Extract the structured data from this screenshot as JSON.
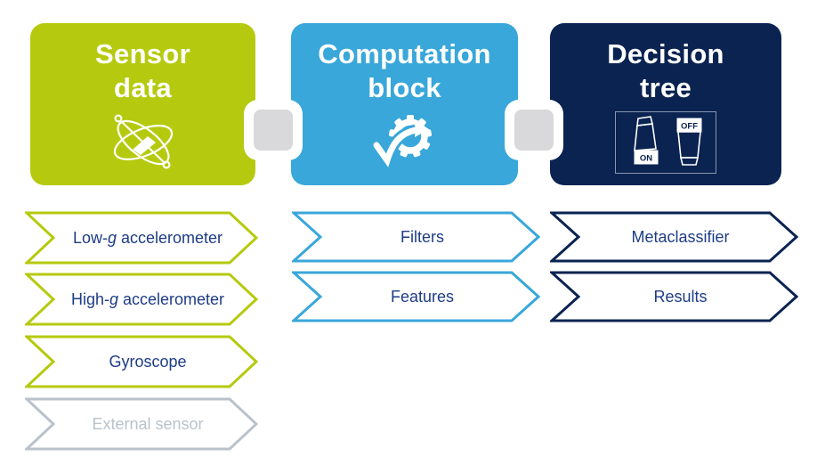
{
  "colors": {
    "sensor_green": "#b5ca0e",
    "computation_blue": "#39a7da",
    "decision_navy": "#0a2351",
    "connector_gray": "#d9d9db",
    "label_text_navy": "#1e3c85",
    "disabled_gray": "#b9c2cc",
    "block_text": "#ffffff"
  },
  "columns": [
    {
      "block": {
        "title_lines": [
          "Sensor",
          "data"
        ],
        "icon": "gyroscope-icon"
      },
      "items": [
        {
          "prefix": "Low-",
          "italic": "g",
          "suffix": " accelerometer",
          "state": "active"
        },
        {
          "prefix": "High-",
          "italic": "g",
          "suffix": " accelerometer",
          "state": "active"
        },
        {
          "prefix": "Gyroscope",
          "italic": "",
          "suffix": "",
          "state": "active"
        },
        {
          "prefix": "External sensor",
          "italic": "",
          "suffix": "",
          "state": "disabled"
        }
      ]
    },
    {
      "block": {
        "title_lines": [
          "Computation",
          "block"
        ],
        "icon": "gear-check-icon"
      },
      "items": [
        {
          "prefix": "Filters",
          "italic": "",
          "suffix": "",
          "state": "active"
        },
        {
          "prefix": "Features",
          "italic": "",
          "suffix": "",
          "state": "active"
        }
      ]
    },
    {
      "block": {
        "title_lines": [
          "Decision",
          "tree"
        ],
        "icon": "on-off-switches-icon",
        "on_label": "ON",
        "off_label": "OFF"
      },
      "items": [
        {
          "prefix": "Metaclassifier",
          "italic": "",
          "suffix": "",
          "state": "active"
        },
        {
          "prefix": "Results",
          "italic": "",
          "suffix": "",
          "state": "active"
        }
      ]
    }
  ]
}
